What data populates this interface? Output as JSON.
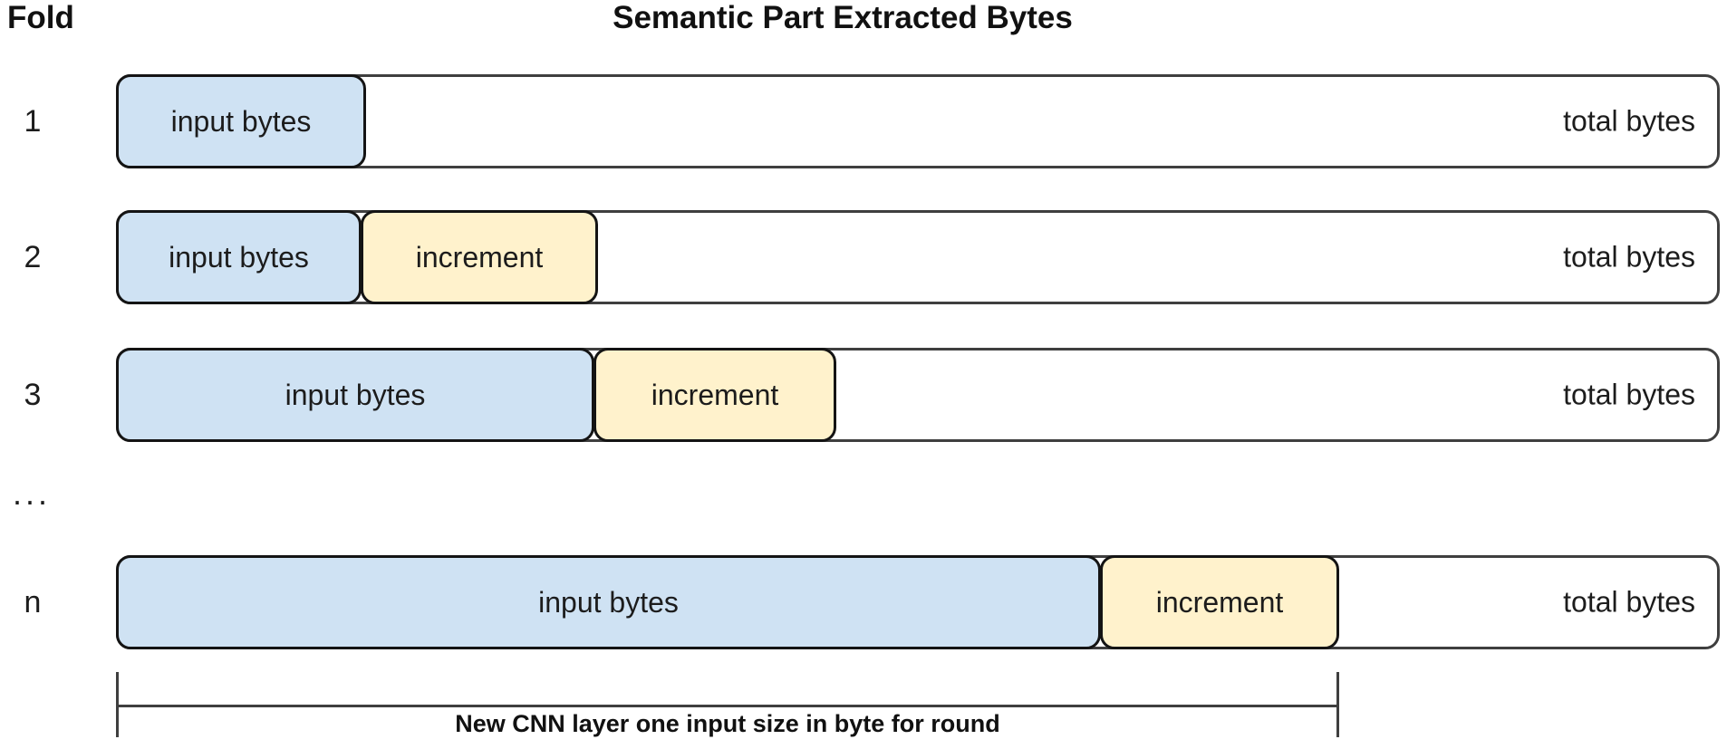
{
  "header": {
    "fold_label": "Fold",
    "title": "Semantic Part Extracted Bytes"
  },
  "rows": [
    {
      "fold": "1",
      "segments": [
        {
          "name": "input bytes",
          "type": "input"
        }
      ],
      "total_label": "total bytes"
    },
    {
      "fold": "2",
      "segments": [
        {
          "name": "input bytes",
          "type": "input"
        },
        {
          "name": "increment",
          "type": "increment"
        }
      ],
      "total_label": "total bytes"
    },
    {
      "fold": "3",
      "segments": [
        {
          "name": "input bytes",
          "type": "input"
        },
        {
          "name": "increment",
          "type": "increment"
        }
      ],
      "total_label": "total bytes"
    },
    {
      "fold": "n",
      "segments": [
        {
          "name": "input bytes",
          "type": "input"
        },
        {
          "name": "increment",
          "type": "increment"
        }
      ],
      "total_label": "total bytes"
    }
  ],
  "ellipsis": "...",
  "bracket": {
    "label": "New CNN layer one input size in byte for round"
  },
  "colors": {
    "input_bytes_fill": "#cfe2f3",
    "increment_fill": "#fff2cc",
    "segment_stroke": "#141414",
    "track_stroke": "#3f3f3f",
    "text": "#1c1c1c"
  }
}
